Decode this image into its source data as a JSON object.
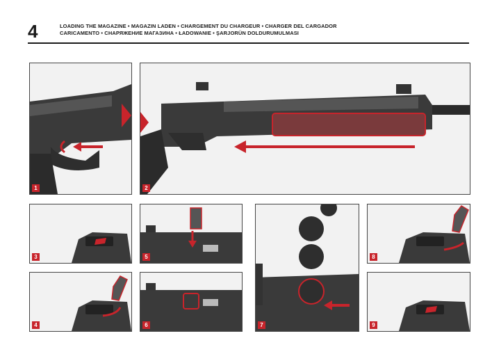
{
  "page": {
    "number": "4",
    "title_line1": "LOADING THE MAGAZINE  •  MAGAZIN LADEN  •  CHARGEMENT DU CHARGEUR  •  CHARGER DEL CARGADOR",
    "title_line2": "CARICAMENTO  •  СНАРЯЖЕНИЕ МАГАЗИНА  •  ŁADOWANIE  •  ŞARJORÜN DOLDURUMULMASI"
  },
  "steps": [
    "1",
    "2",
    "3",
    "4",
    "5",
    "6",
    "7",
    "8",
    "9"
  ],
  "colors": {
    "accent": "#c8242b",
    "dark": "#2e2e2e",
    "mid": "#6b6b6b",
    "light": "#f4f4f4"
  }
}
